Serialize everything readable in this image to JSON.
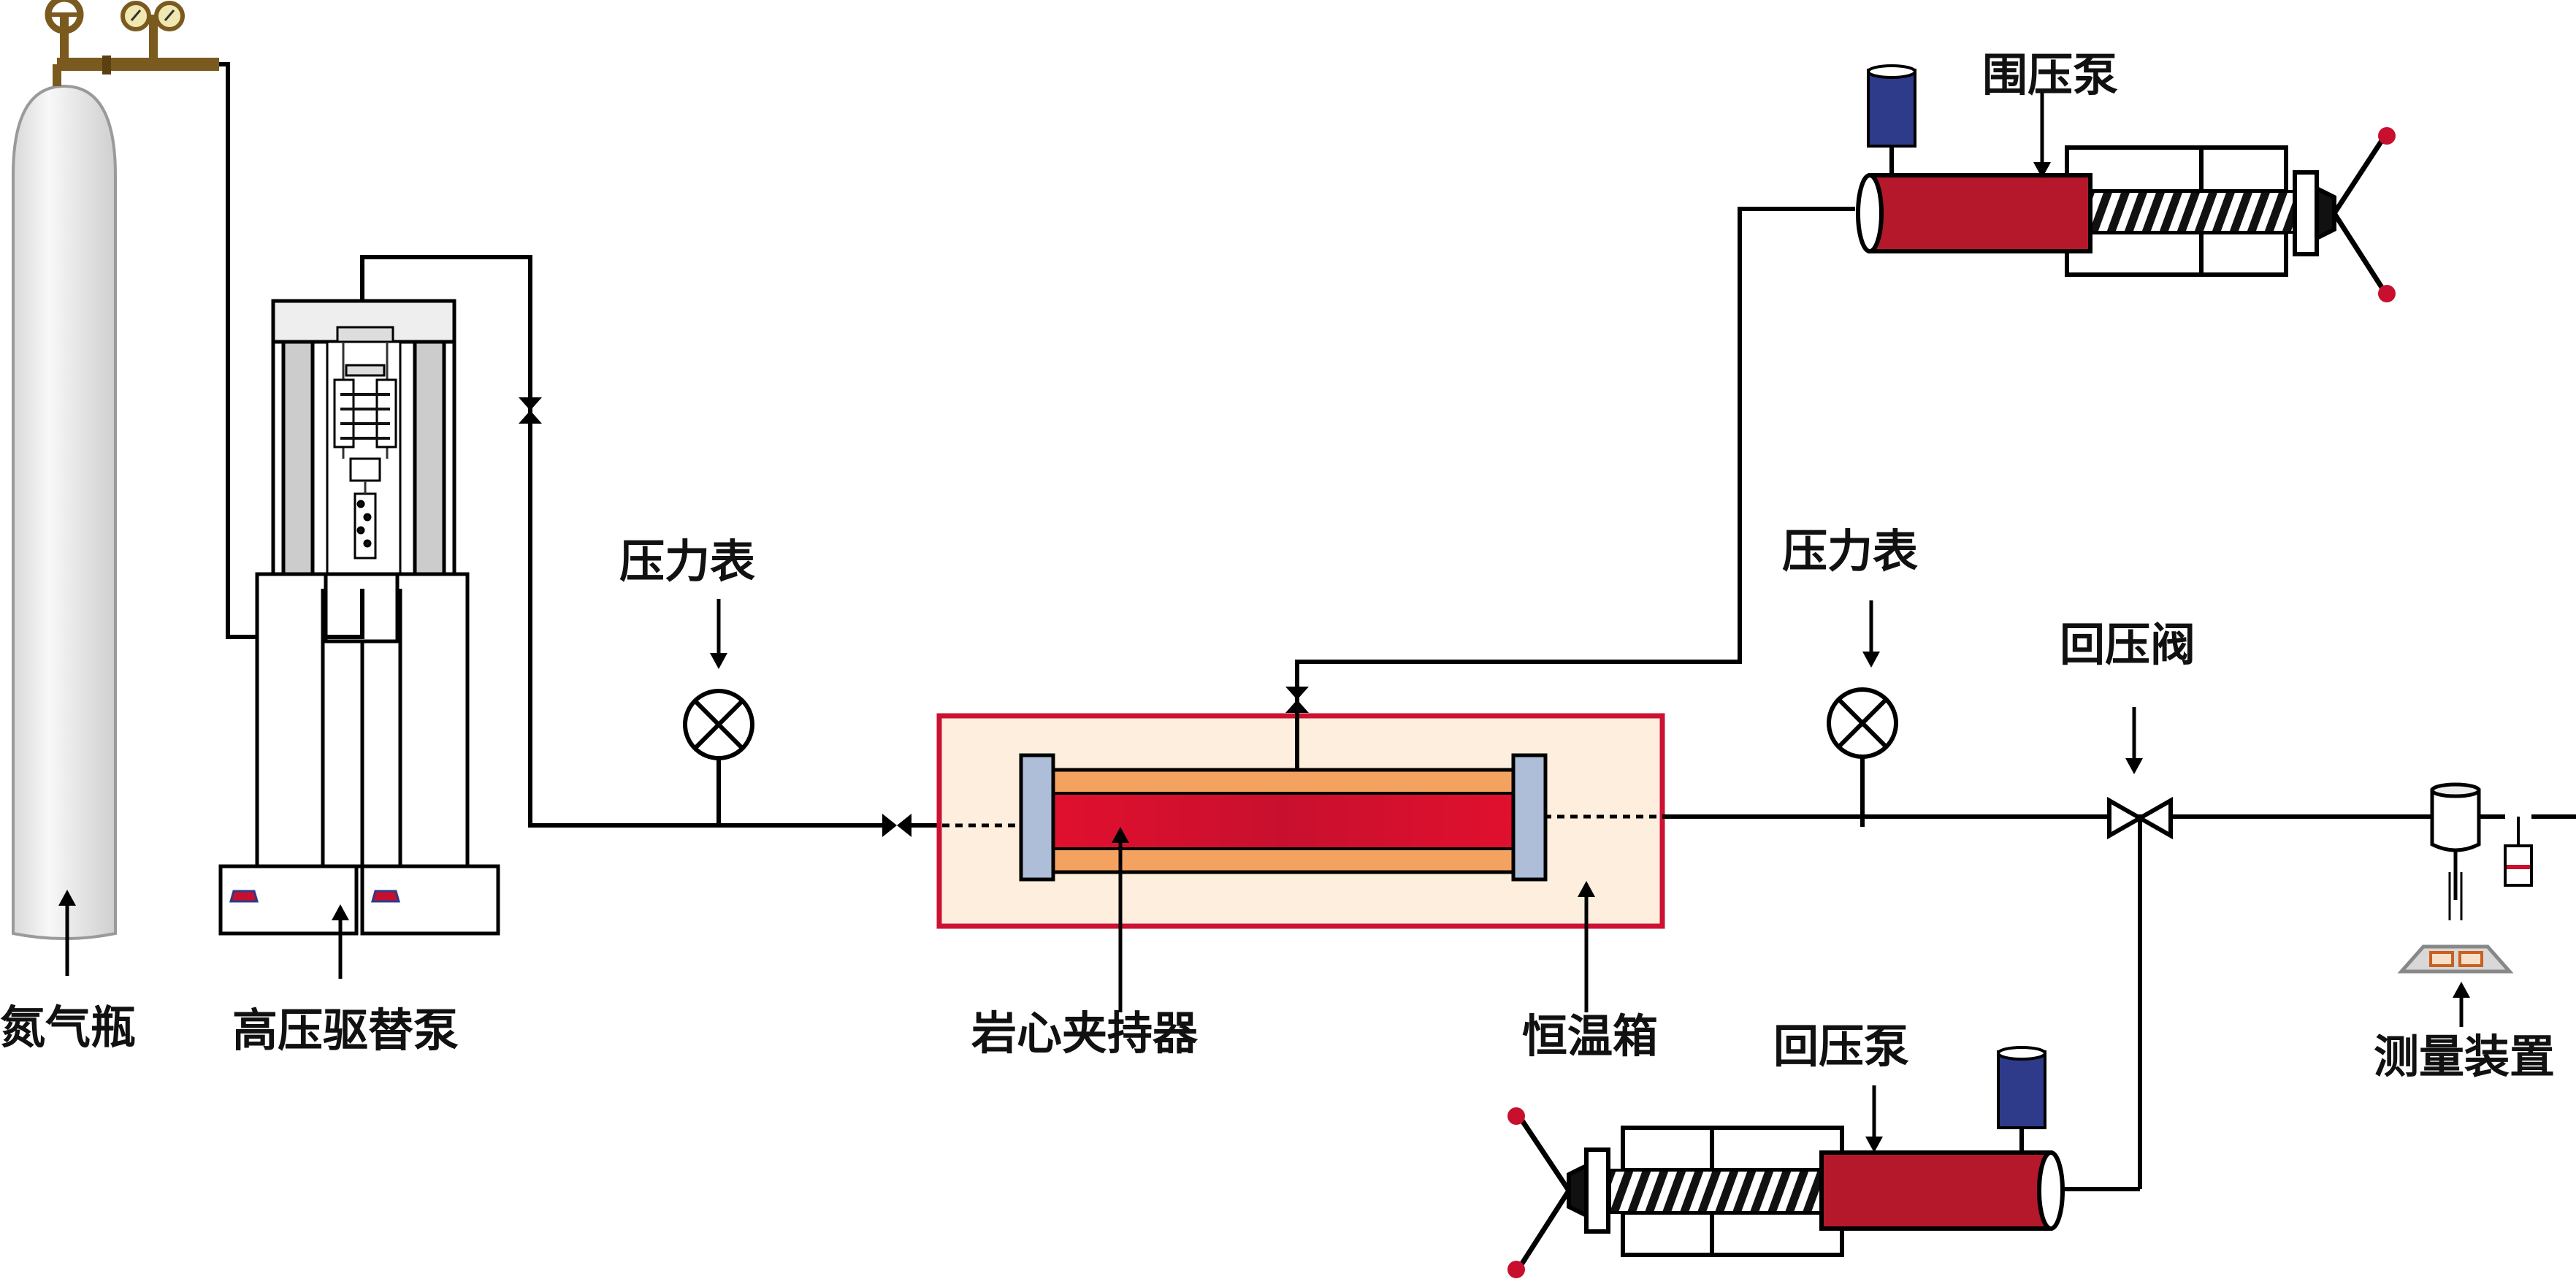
{
  "labels": {
    "nitrogen_cylinder": "氮气瓶",
    "hp_pump": "高压驱替泵",
    "pressure_gauge_1": "压力表",
    "pressure_gauge_2": "压力表",
    "core_holder": "岩心夹持器",
    "thermostat": "恒温箱",
    "confining_pump": "围压泵",
    "back_pressure_valve": "回压阀",
    "back_pressure_pump": "回压泵",
    "measuring_device": "测量装置"
  },
  "colors": {
    "line": "#000000",
    "cylinder_body": "#eeeeee",
    "pump_red": "#b5182b",
    "core_red": "#dd1133",
    "oven_fill": "#fdeedd",
    "oven_border": "#cc1133",
    "sleeve_orange": "#f4a260",
    "endcap": "#aebdd8",
    "motor_blue": "#2e3a8a",
    "handle_red": "#c8102e",
    "valve_brown": "#7a5a1e"
  }
}
